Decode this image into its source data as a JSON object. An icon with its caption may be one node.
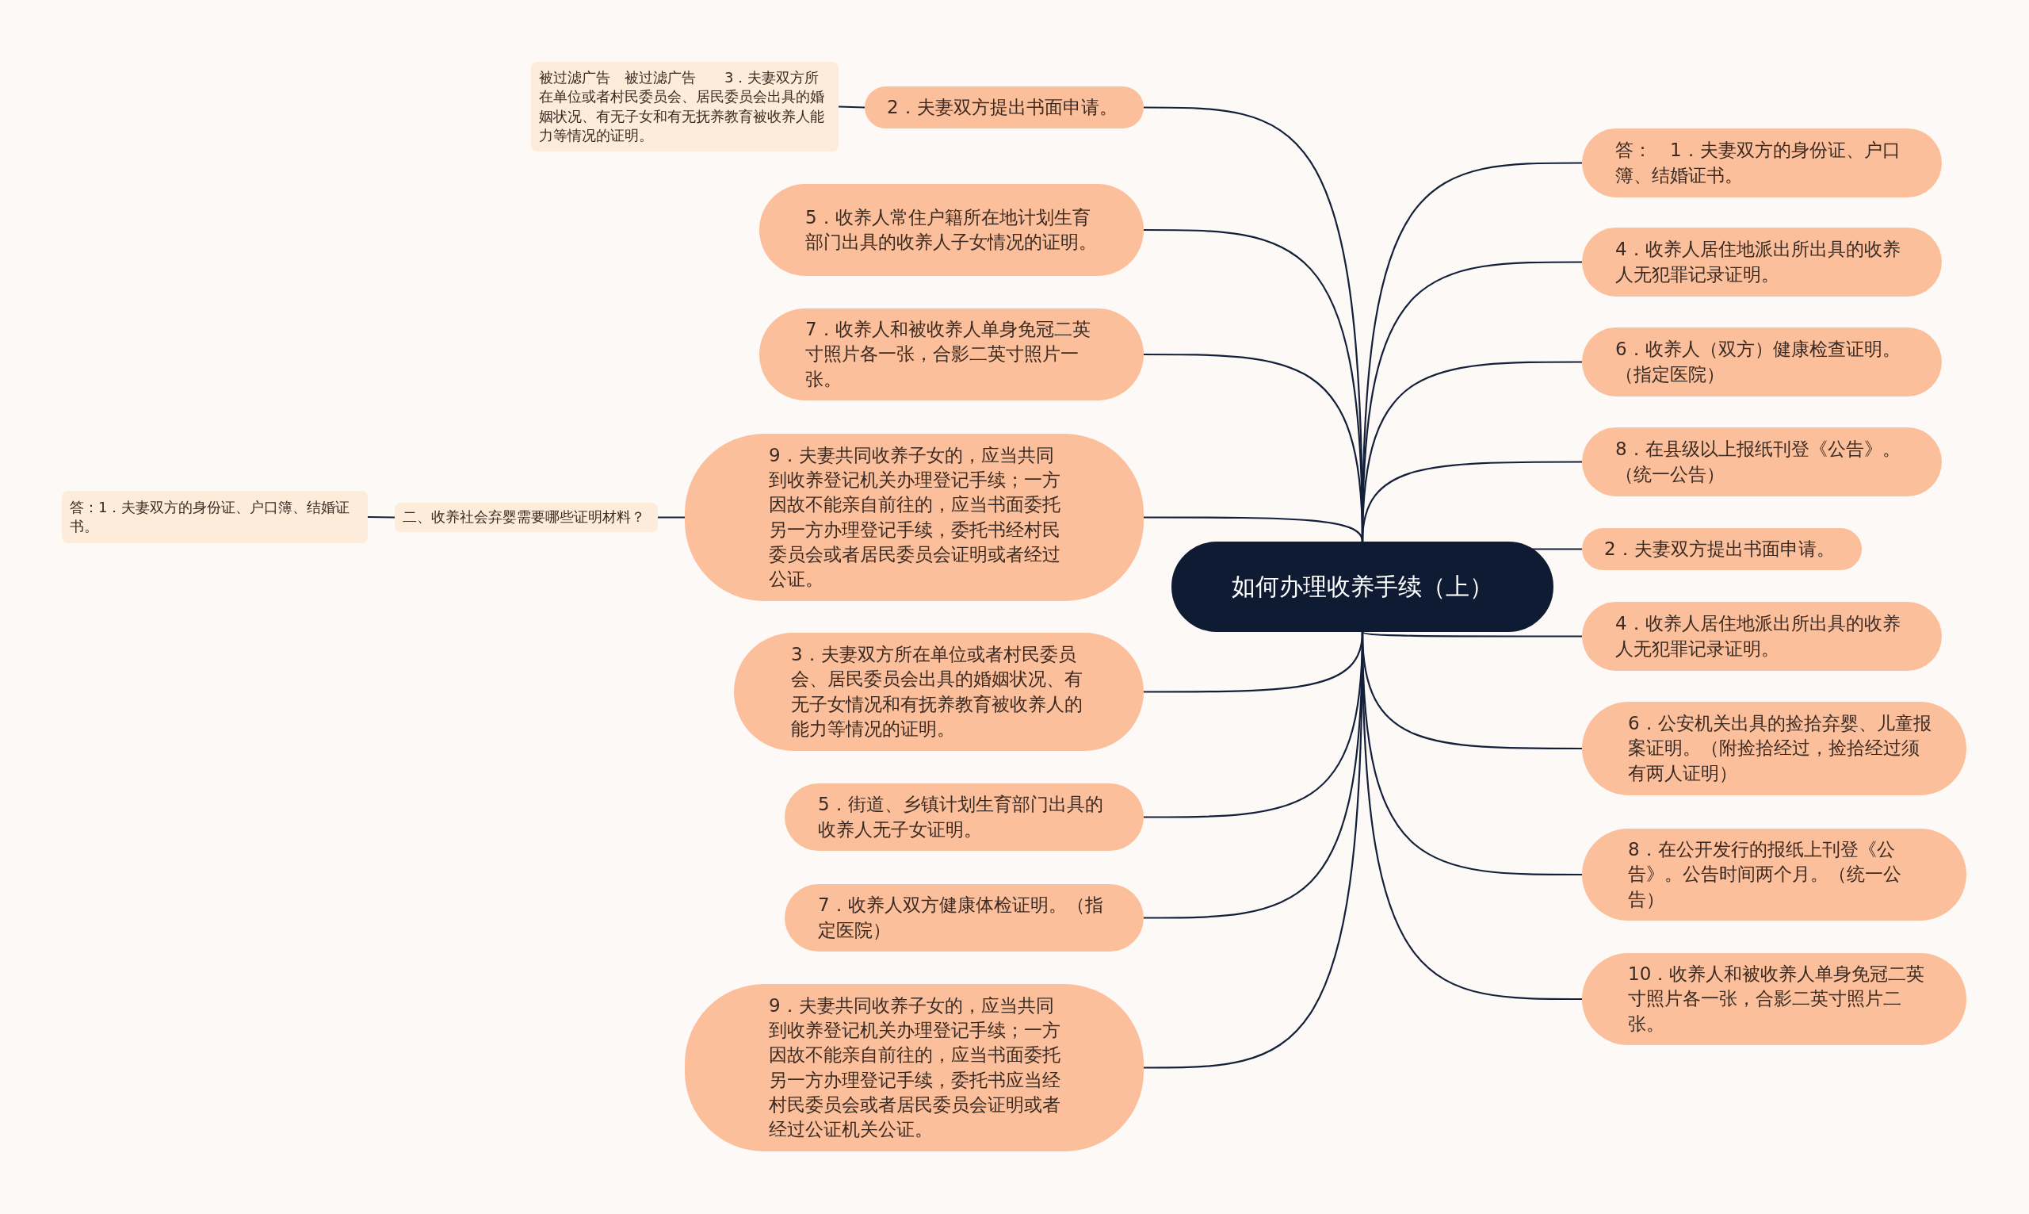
{
  "diagram": {
    "nodes": [
      {
        "text": [
          "如何办理收养手续（上）"
        ]
      },
      {
        "text": [
          "2．夫妻双方提出书面申请。"
        ]
      },
      {
        "text": [
          "被过滤广告　被过滤广告　　3．夫妻双方所在单位或者村民委员会、居民委员会出具的婚姻状况、有无子女和有无抚养教育被收养人能力等情况的证明。"
        ]
      },
      {
        "text": [
          "5．收养人常住户籍所在地计划生育部门出具的收养人子女情况的证明。"
        ]
      },
      {
        "text": [
          "7．收养人和被收养人单身免冠二英寸照片各一张，合影二英寸照片一张。"
        ]
      },
      {
        "text": [
          "9．夫妻共同收养子女的，应当共同到收养登记机关办理登记手续；一方因故不能亲自前往的，应当书面委托另一方办理登记手续，委托书经村民委员会或者居民委员会证明或者经过公证。"
        ]
      },
      {
        "text": [
          "二、收养社会弃婴需要哪些证明材料？"
        ]
      },
      {
        "text": [
          "答：1．夫妻双方的身份证、户口簿、结婚证书。"
        ]
      },
      {
        "text": [
          "3．夫妻双方所在单位或者村民委员会、居民委员会出具的婚姻状况、有无子女情况和有抚养教育被收养人的能力等情况的证明。"
        ]
      },
      {
        "text": [
          "5．街道、乡镇计划生育部门出具的收养人无子女证明。"
        ]
      },
      {
        "text": [
          "7．收养人双方健康体检证明。（指定医院）"
        ]
      },
      {
        "text": [
          "9．夫妻共同收养子女的，应当共同到收养登记机关办理登记手续；一方因故不能亲自前往的，应当书面委托另一方办理登记手续，委托书应当经村民委员会或者居民委员会证明或者经过公证机关公证。"
        ]
      },
      {
        "text": [
          "答：　1．夫妻双方的身份证、户口簿、结婚证书。"
        ]
      },
      {
        "text": [
          "4．收养人居住地派出所出具的收养人无犯罪记录证明。"
        ]
      },
      {
        "text": [
          "6．收养人（双方）健康检查证明。（指定医院）"
        ]
      },
      {
        "text": [
          "8．在县级以上报纸刊登《公告》。（统一公告）"
        ]
      },
      {
        "text": [
          "2．夫妻双方提出书面申请。"
        ]
      },
      {
        "text": [
          "4．收养人居住地派出所出具的收养人无犯罪记录证明。"
        ]
      },
      {
        "text": [
          "6．公安机关出具的捡拾弃婴、儿童报案证明。（附捡拾经过，捡拾经过须有两人证明）"
        ]
      },
      {
        "text": [
          "8．在公开发行的报纸上刊登《公告》。公告时间两个月。（统一公告）"
        ]
      },
      {
        "text": [
          "10．收养人和被收养人单身免冠二英寸照片各一张，合影二英寸照片二张。"
        ]
      }
    ],
    "edges": [
      {
        "from": 0,
        "to": 1,
        "arrow": "none"
      },
      {
        "from": 1,
        "to": 2,
        "arrow": "none"
      },
      {
        "from": 0,
        "to": 3,
        "arrow": "none"
      },
      {
        "from": 0,
        "to": 4,
        "arrow": "none"
      },
      {
        "from": 0,
        "to": 5,
        "arrow": "none"
      },
      {
        "from": 5,
        "to": 6,
        "arrow": "none"
      },
      {
        "from": 6,
        "to": 7,
        "arrow": "none"
      },
      {
        "from": 0,
        "to": 8,
        "arrow": "none"
      },
      {
        "from": 0,
        "to": 9,
        "arrow": "none"
      },
      {
        "from": 0,
        "to": 10,
        "arrow": "none"
      },
      {
        "from": 0,
        "to": 11,
        "arrow": "none"
      },
      {
        "from": 0,
        "to": 12,
        "arrow": "none"
      },
      {
        "from": 0,
        "to": 13,
        "arrow": "none"
      },
      {
        "from": 0,
        "to": 14,
        "arrow": "none"
      },
      {
        "from": 0,
        "to": 15,
        "arrow": "none"
      },
      {
        "from": 0,
        "to": 16,
        "arrow": "none"
      },
      {
        "from": 0,
        "to": 17,
        "arrow": "none"
      },
      {
        "from": 0,
        "to": 18,
        "arrow": "none"
      },
      {
        "from": 0,
        "to": 19,
        "arrow": "none"
      },
      {
        "from": 0,
        "to": 20,
        "arrow": "none"
      }
    ]
  }
}
